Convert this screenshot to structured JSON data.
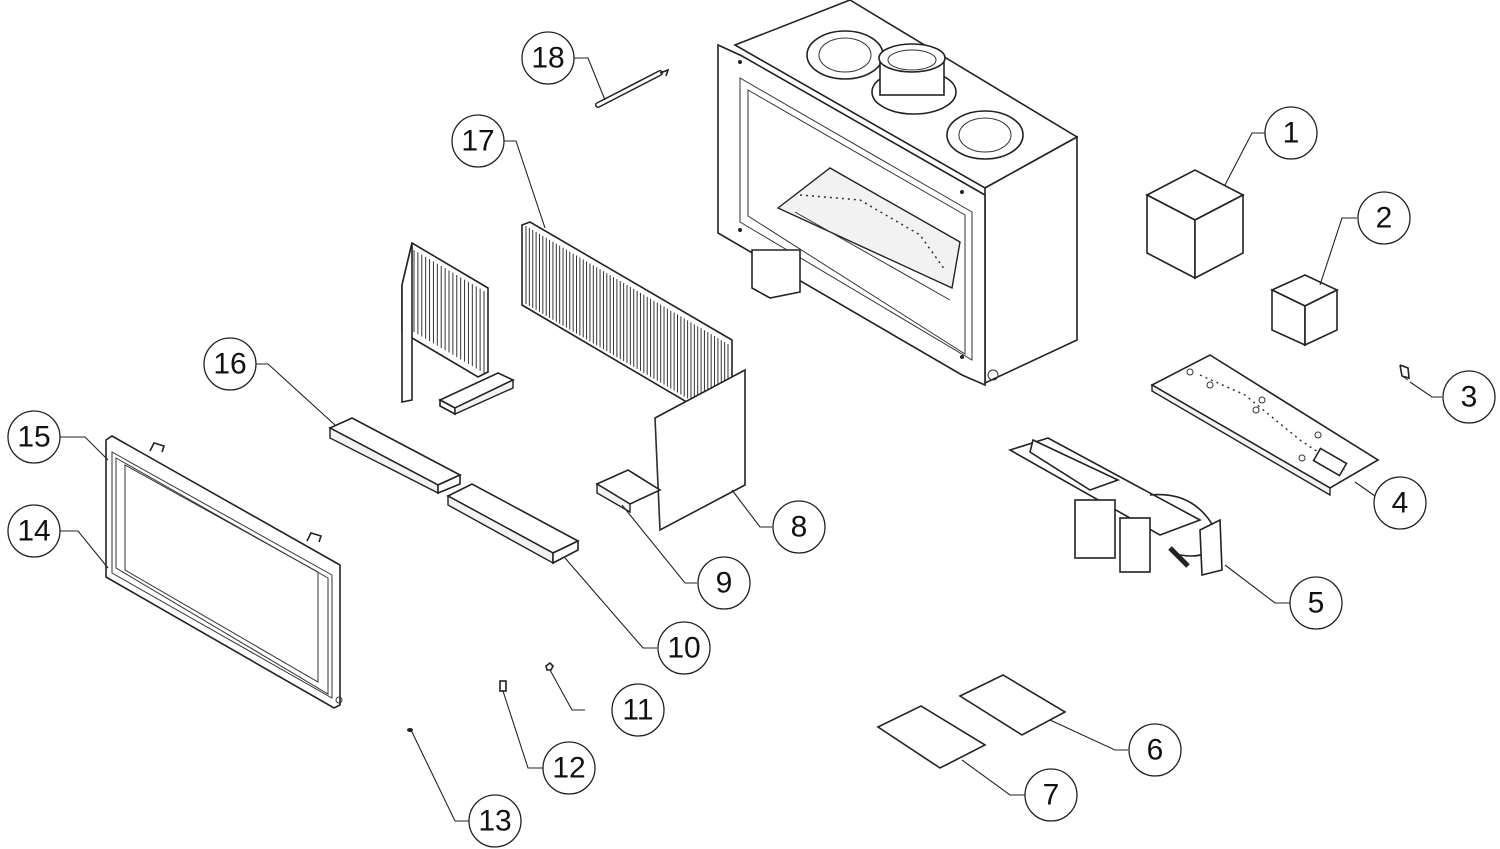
{
  "diagram": {
    "type": "exploded-parts-diagram",
    "subject": "gas fireplace insert",
    "line_color": "#222222",
    "background": "#ffffff",
    "parts": [
      {
        "number": "1",
        "description": "large cube box"
      },
      {
        "number": "2",
        "description": "small cube box"
      },
      {
        "number": "3",
        "description": "small bracket clip"
      },
      {
        "number": "4",
        "description": "burner tray plate"
      },
      {
        "number": "5",
        "description": "burner / valve assembly"
      },
      {
        "number": "6",
        "description": "flat panel"
      },
      {
        "number": "7",
        "description": "flat panel"
      },
      {
        "number": "8",
        "description": "right side refractory panel"
      },
      {
        "number": "9",
        "description": "small log block"
      },
      {
        "number": "10",
        "description": "front log block"
      },
      {
        "number": "11",
        "description": "small fastener"
      },
      {
        "number": "12",
        "description": "clip"
      },
      {
        "number": "13",
        "description": "screw"
      },
      {
        "number": "14",
        "description": "glass door frame"
      },
      {
        "number": "15",
        "description": "door gasket"
      },
      {
        "number": "16",
        "description": "rear log block"
      },
      {
        "number": "17",
        "description": "ribbed rear refractory panel"
      },
      {
        "number": "18",
        "description": "door handle tool"
      }
    ],
    "callouts": [
      "1",
      "2",
      "3",
      "4",
      "5",
      "6",
      "7",
      "8",
      "9",
      "10",
      "11",
      "12",
      "13",
      "14",
      "15",
      "16",
      "17",
      "18"
    ]
  }
}
